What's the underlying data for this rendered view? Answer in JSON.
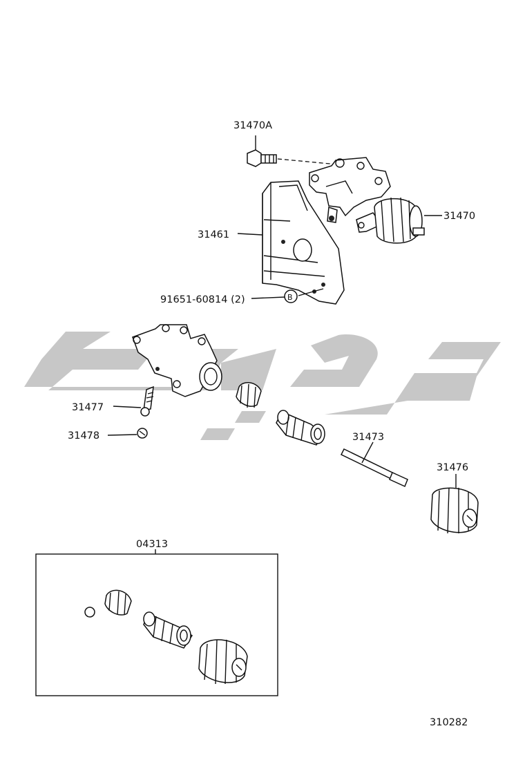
{
  "diagram_number": "310282",
  "kit_label": "04313",
  "callouts": {
    "p31470A": "31470A",
    "p31470": "31470",
    "p31461": "31461",
    "p91651": "91651-60814 (2)",
    "circle_b": "B",
    "p31477": "31477",
    "p31478": "31478",
    "p31473": "31473",
    "p31476": "31476"
  },
  "watermark_color": "#bdbdbd"
}
